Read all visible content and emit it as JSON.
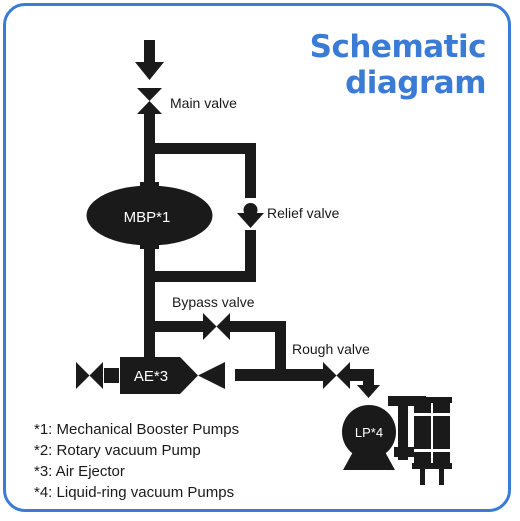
{
  "title": {
    "line1": "Schematic",
    "line2": "diagram"
  },
  "labels": {
    "main_valve": "Main valve",
    "relief_valve": "Relief valve",
    "bypass_valve": "Bypass valve",
    "rough_valve": "Rough valve",
    "mbp": "MBP*1",
    "ae": "AE*3",
    "lp": "LP*4"
  },
  "legend": [
    "*1: Mechanical Booster Pumps",
    "*2: Rotary vacuum Pump",
    "*3: Air Ejector",
    "*4: Liquid-ring vacuum Pumps"
  ],
  "colors": {
    "accent": "#3a7bd5",
    "ink": "#1a1a1a"
  }
}
